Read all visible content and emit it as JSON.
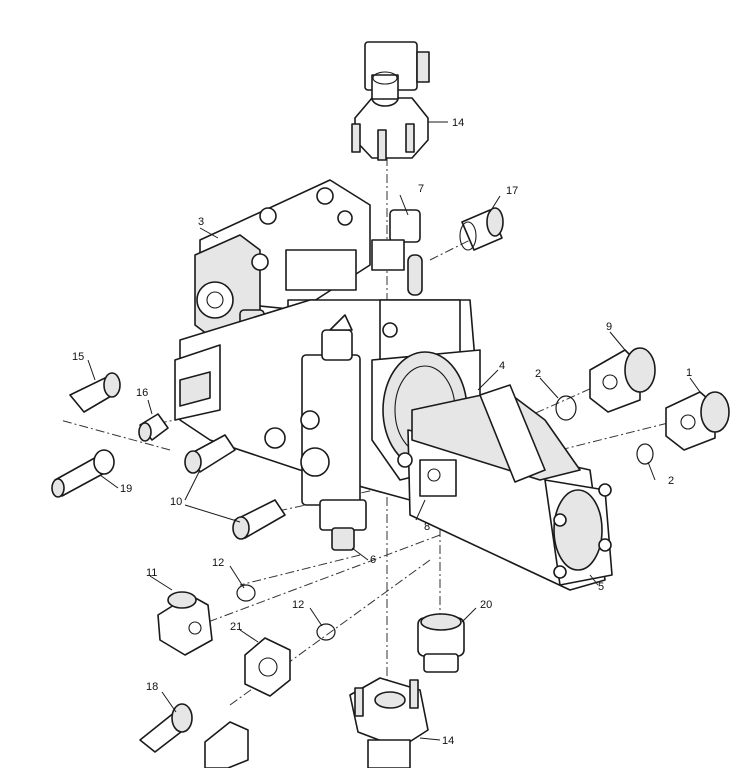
{
  "callouts": {
    "c1": "1",
    "c2a": "2",
    "c2b": "2",
    "c3": "3",
    "c4": "4",
    "c5": "5",
    "c6": "6",
    "c7": "7",
    "c8": "8",
    "c9": "9",
    "c10": "10",
    "c11": "11",
    "c12a": "12",
    "c12b": "12",
    "c14a": "14",
    "c14b": "14",
    "c15": "15",
    "c16": "16",
    "c17": "17",
    "c18": "18",
    "c19": "19",
    "c20": "20",
    "c21": "21"
  },
  "colors": {
    "line": "#1a1a1a",
    "fill": "#ffffff",
    "shade": "#e6e6e6"
  }
}
